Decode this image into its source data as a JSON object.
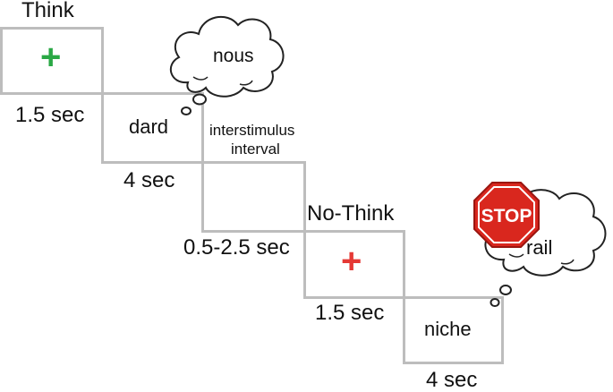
{
  "think_label": "Think",
  "nothink_label": "No-Think",
  "fixation_symbol": "+",
  "think_fixation_color": "#2aa845",
  "nothink_fixation_color": "#e53935",
  "box_border_color": "#bdbdbd",
  "stop_sign_color": "#d9271e",
  "stop_text": "STOP",
  "timings": {
    "think_fixation": "1.5 sec",
    "think_cue": "4 sec",
    "isi": "0.5-2.5 sec",
    "nothink_fixation": "1.5 sec",
    "nothink_cue": "4 sec"
  },
  "isi_label_line1": "interstimulus",
  "isi_label_line2": "interval",
  "think_cue_word": "dard",
  "think_thought_word": "nous",
  "nothink_cue_word": "niche",
  "nothink_thought_word": "rail",
  "icons": [
    "thought-cloud-icon",
    "stop-sign-icon"
  ]
}
